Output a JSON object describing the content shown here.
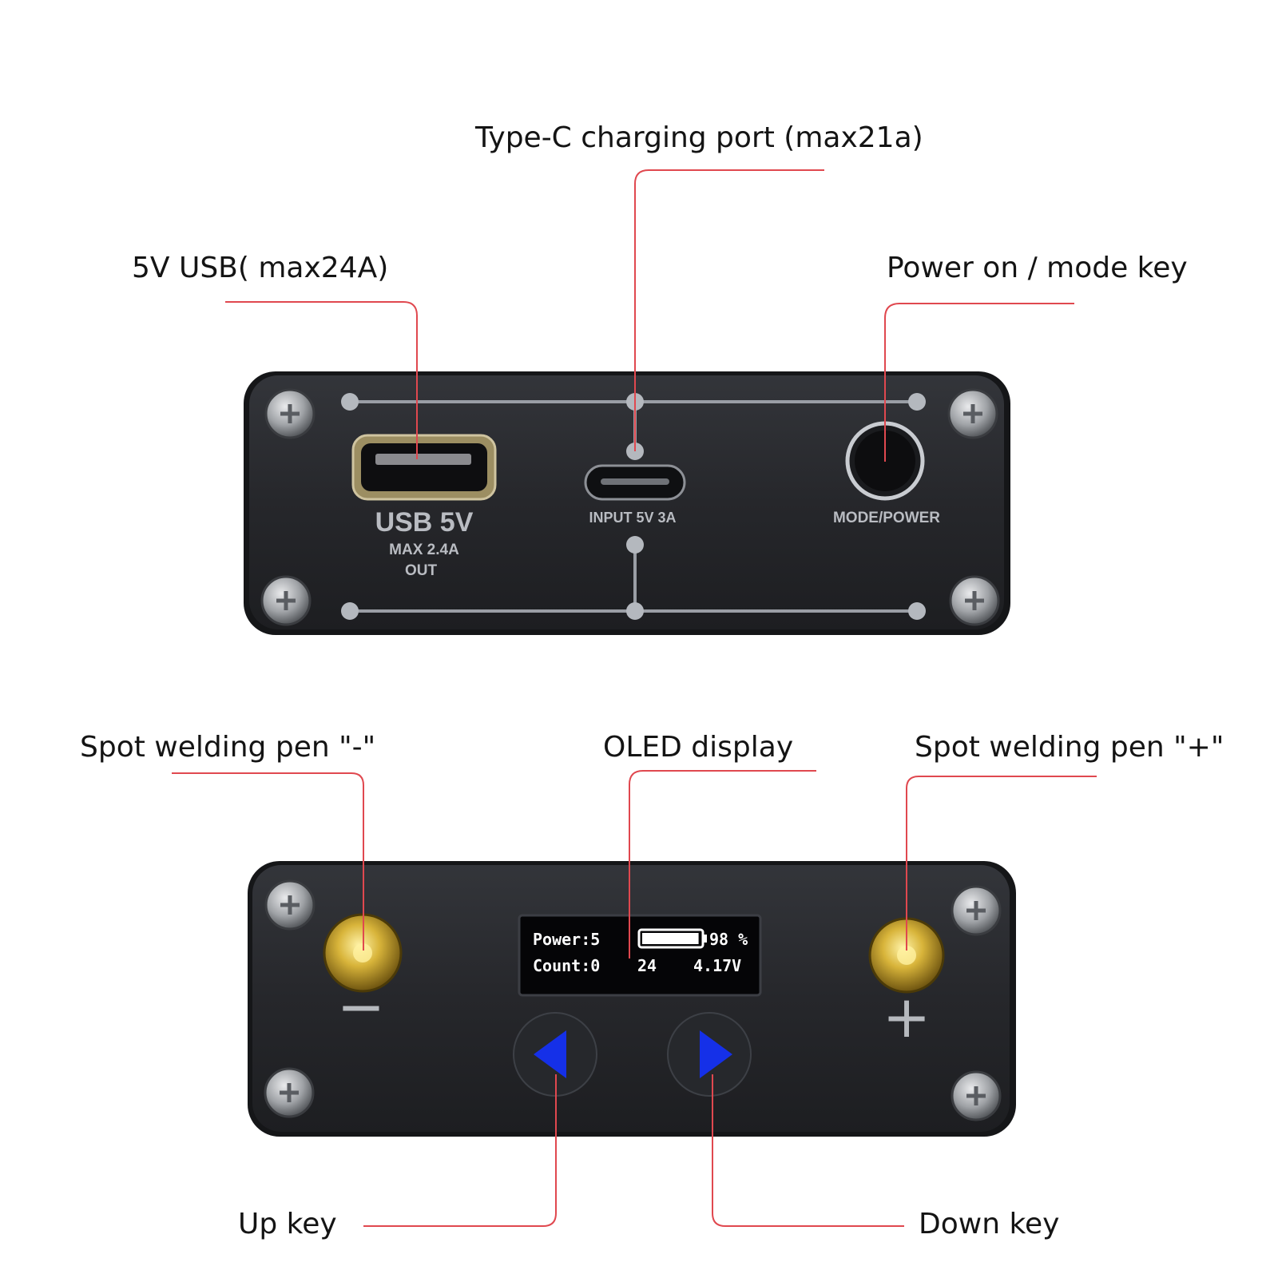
{
  "callouts": {
    "type_c_port": "Type-C charging port (max21a)",
    "usb_5v": "5V USB( max24A)",
    "power_mode_key": "Power on / mode key",
    "pen_negative": "Spot welding pen \"-\"",
    "oled_display": "OLED display",
    "pen_positive": "Spot welding pen \"+\"",
    "up_key": "Up key",
    "down_key": "Down key"
  },
  "front_panel": {
    "usb_label": "USB 5V",
    "usb_sub1": "MAX 2.4A",
    "usb_sub2": "OUT",
    "input_label": "INPUT  5V 3A",
    "mode_label": "MODE/POWER"
  },
  "back_panel": {
    "oled": {
      "power_label": "Power:5",
      "battery_percent": "98 %",
      "battery_level": 0.98,
      "count_label": "Count:0",
      "count_value": "24",
      "voltage": "4.17V"
    },
    "minus_symbol": "−",
    "plus_symbol": "+"
  },
  "colors": {
    "leader_line": "#e0484f",
    "device_body": "#2b2c30",
    "key_arrow": "#1530e8",
    "terminal_gold": "#c9a227"
  }
}
